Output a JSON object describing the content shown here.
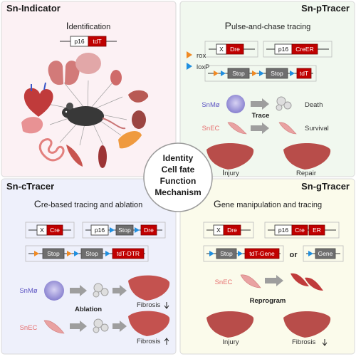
{
  "colors": {
    "indicator_bg": "#fcf1f4",
    "ptracer_bg": "#f1f8ef",
    "ctracer_bg": "#eef0fb",
    "gtracer_bg": "#fbfbeb",
    "red_box": "#c00000",
    "grey_box": "#6e6e6e",
    "rox_triangle": "#f08a24",
    "loxp_triangle": "#1f8fe0",
    "organ": "#c8605e",
    "liver": "#b84d4a",
    "cell_purple": "#9b95d8",
    "cell_pink": "#e9a2a2"
  },
  "icons": [
    "mouse-icon",
    "organ-icons",
    "liver-icon",
    "macrophage-icon",
    "endothelial-cell-icon",
    "dead-cell-icon",
    "gray-arrow-icon",
    "rox-triangle-icon",
    "loxp-triangle-icon",
    "down-arrow-icon",
    "up-arrow-icon"
  ],
  "center": {
    "line1": "Identity",
    "line2": "Cell fate",
    "line3": "Function",
    "line4": "Mechanism"
  },
  "indicator": {
    "title": "Sn-Indicator",
    "sub_first": "I",
    "sub_rest": "dentification",
    "construct": [
      "p16",
      "tdT"
    ]
  },
  "ptracer": {
    "title": "Sn-pTracer",
    "sub_first": "P",
    "sub_rest": "ulse-and-chase tracing",
    "legend_rox": "rox",
    "legend_loxp": "loxP",
    "construct1": [
      "X",
      "Dre"
    ],
    "construct2": [
      "p16",
      "CreER"
    ],
    "construct3": [
      "Stop",
      "Stop",
      "tdT"
    ],
    "cell1": "SnMø",
    "cell2": "SnEC",
    "mid_label": "Trace",
    "outcome1": "Death",
    "outcome2": "Survival",
    "liver1_first": "I",
    "liver1_rest": "njury",
    "liver2": "Repair"
  },
  "ctracer": {
    "title": "Sn-cTracer",
    "sub_first": "C",
    "sub_rest": "re-based tracing and ablation",
    "construct1": [
      "X",
      "Cre"
    ],
    "construct2": [
      "p16",
      "Stop",
      "Dre"
    ],
    "construct3": [
      "Stop",
      "Stop",
      "tdT-DTR"
    ],
    "cell1": "SnMø",
    "cell2": "SnEC",
    "mid_label": "Ablation",
    "fibrosis1": "Fibrosis",
    "fibrosis2": "Fibrosis"
  },
  "gtracer": {
    "title": "Sn-gTracer",
    "sub_first": "G",
    "sub_rest": "ene manipulation and tracing",
    "construct1": [
      "X",
      "Dre"
    ],
    "construct2": [
      "p16",
      "Cre",
      "ER"
    ],
    "construct3": [
      "Stop",
      "tdT-Gene"
    ],
    "or_label": "or",
    "construct4": [
      "Gene"
    ],
    "cell": "SnEC",
    "mid_label": "Reprogram",
    "liver1": "Injury",
    "fibrosis": "Fibrosis"
  }
}
